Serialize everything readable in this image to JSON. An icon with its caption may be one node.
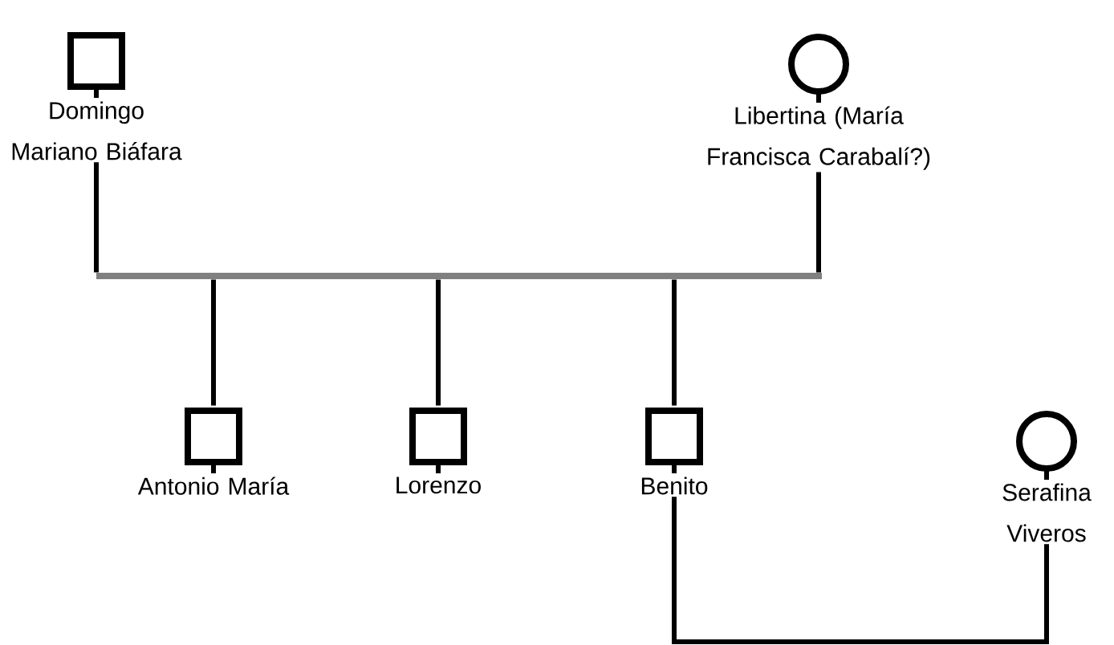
{
  "diagram": {
    "nodes": [
      {
        "text": [],
        "shape": "box",
        "beside": [
          "Domingo Mariano Biáfara"
        ]
      },
      {
        "text": [],
        "shape": "circle",
        "beside": [
          "Libertina (María Francisca Carabalí?)"
        ]
      },
      {
        "text": [],
        "shape": "bar"
      },
      {
        "text": [],
        "shape": "box",
        "beside": [
          "Antonio María"
        ]
      },
      {
        "text": [],
        "shape": "box",
        "beside": [
          "Lorenzo"
        ]
      },
      {
        "text": [],
        "shape": "box",
        "beside": [
          "Benito"
        ]
      },
      {
        "text": [],
        "shape": "circle",
        "beside": [
          "Serafina Viveros"
        ]
      }
    ],
    "edges": [
      {
        "from": 0,
        "to": 2,
        "arrow": "none"
      },
      {
        "from": 1,
        "to": 2,
        "arrow": "none"
      },
      {
        "from": 2,
        "to": 3,
        "arrow": "none"
      },
      {
        "from": 2,
        "to": 4,
        "arrow": "none"
      },
      {
        "from": 2,
        "to": 5,
        "arrow": "none"
      },
      {
        "from": 5,
        "to": 6,
        "arrow": "none"
      }
    ]
  }
}
